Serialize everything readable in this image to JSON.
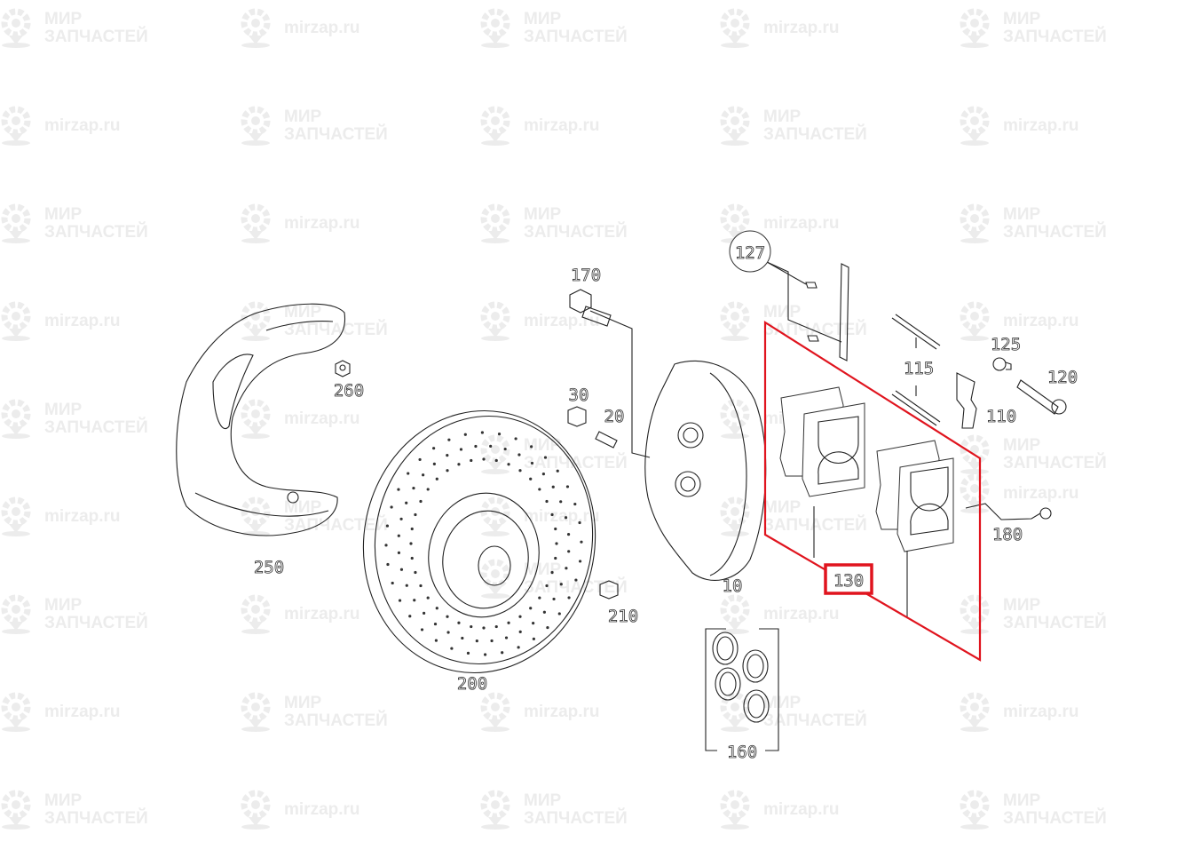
{
  "watermark": {
    "brand_ru_line1": "МИР",
    "brand_ru_line2": "ЗАПЧАСТЕЙ",
    "domain": "mirzap.ru",
    "color": "#ececec"
  },
  "diagram": {
    "highlight_color": "#e0141e",
    "selected_part": "130",
    "callouts": [
      "127",
      "170",
      "260",
      "30",
      "20",
      "125",
      "120",
      "115",
      "110",
      "180",
      "250",
      "130",
      "10",
      "210",
      "200",
      "160"
    ]
  }
}
